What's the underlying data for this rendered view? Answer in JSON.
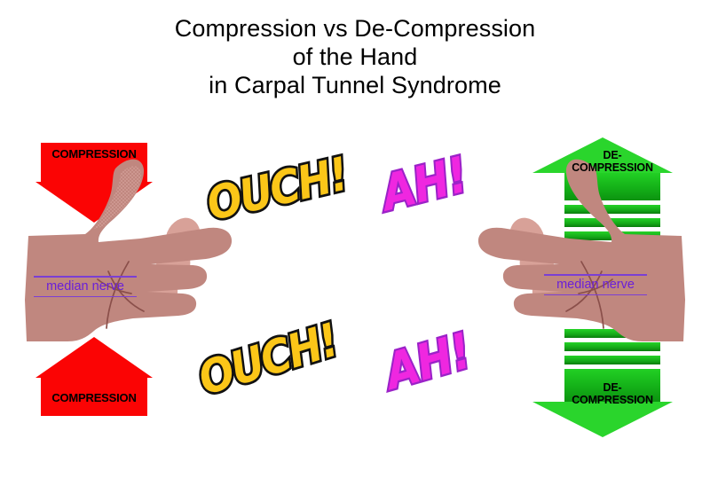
{
  "title": {
    "line1": "Compression vs De-Compression",
    "line2": "of the Hand",
    "line3": "in Carpal Tunnel Syndrome"
  },
  "colors": {
    "compression_arrow": "#fb0404",
    "decompression_arrow": "#22d024",
    "skin": "#c0877f",
    "fingertip": "#d8a198",
    "nerve_text": "#6a20d8",
    "ouch_fill": "#fbc618",
    "ouch_outline": "#111111",
    "ah_fill": "#ef27e0",
    "ah_outline": "#9b22c8",
    "background": "#ffffff"
  },
  "left_panel": {
    "name": "compression-panel",
    "top_arrow": {
      "label": "COMPRESSION",
      "direction": "down"
    },
    "bottom_arrow": {
      "label": "COMPRESSION",
      "direction": "up"
    },
    "nerve_label": "median nerve",
    "exclamations": [
      {
        "text": "OUCH!",
        "position": "upper-right"
      },
      {
        "text": "OUCH!",
        "position": "lower-right"
      }
    ]
  },
  "right_panel": {
    "name": "decompression-panel",
    "top_arrow": {
      "label_line1": "DE-",
      "label_line2": "COMPRESSION",
      "direction": "up"
    },
    "bottom_arrow": {
      "label_line1": "DE-",
      "label_line2": "COMPRESSION",
      "direction": "down"
    },
    "nerve_label": "median nerve",
    "exclamations": [
      {
        "text": "AH!",
        "position": "upper-left"
      },
      {
        "text": "AH!",
        "position": "lower-left"
      }
    ]
  }
}
